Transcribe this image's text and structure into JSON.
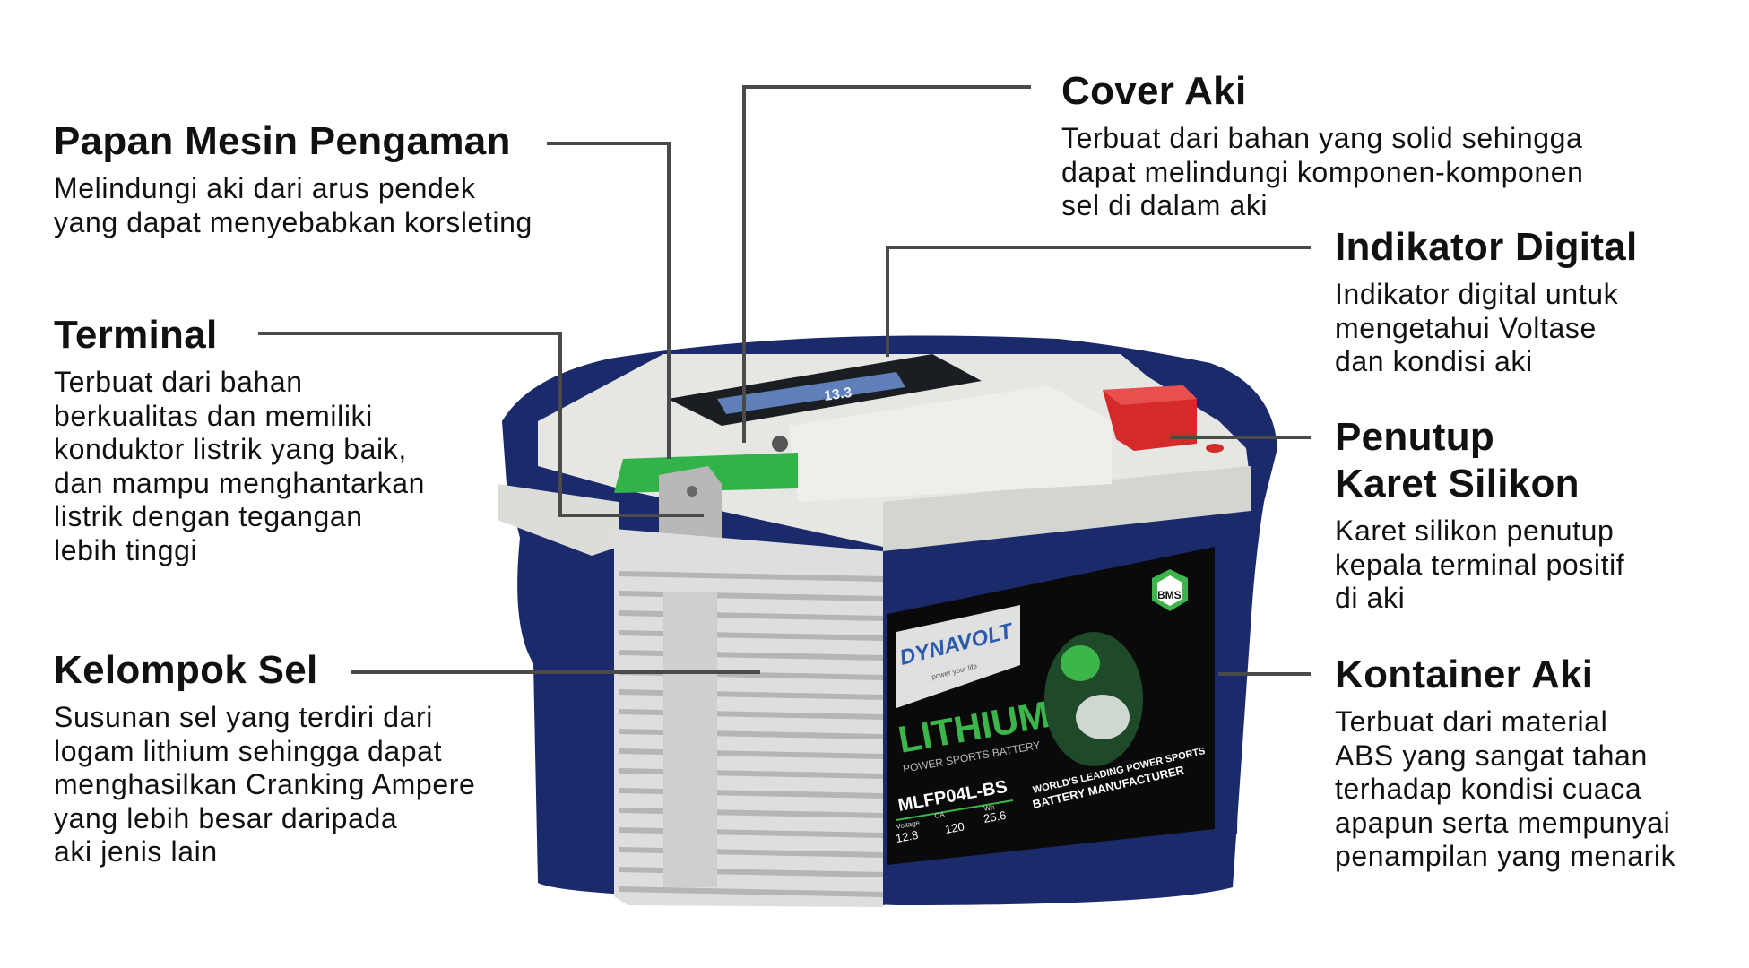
{
  "callouts": {
    "papan": {
      "title": "Papan Mesin Pengaman",
      "lines": [
        "Melindungi aki dari arus pendek",
        "yang dapat menyebabkan korsleting"
      ]
    },
    "terminal": {
      "title": "Terminal",
      "lines": [
        "Terbuat dari bahan",
        "berkualitas dan memiliki",
        "konduktor listrik yang baik,",
        "dan mampu menghantarkan",
        "listrik dengan tegangan",
        "lebih tinggi"
      ]
    },
    "kelompok": {
      "title": "Kelompok Sel",
      "lines": [
        "Susunan sel yang terdiri dari",
        "logam lithium sehingga dapat",
        "menghasilkan Cranking Ampere",
        "yang lebih besar daripada",
        "aki jenis lain"
      ]
    },
    "cover": {
      "title": "Cover Aki",
      "lines": [
        "Terbuat dari bahan yang solid sehingga",
        "dapat melindungi komponen-komponen",
        "sel di dalam aki"
      ]
    },
    "indikator": {
      "title": "Indikator Digital",
      "lines": [
        "Indikator digital untuk",
        "mengetahui Voltase",
        "dan kondisi aki"
      ]
    },
    "penutup": {
      "title_1": "Penutup",
      "title_2": "Karet Silikon",
      "lines": [
        "Karet silikon penutup",
        "kepala terminal positif",
        "di aki"
      ]
    },
    "kontainer": {
      "title": "Kontainer Aki",
      "lines": [
        "Terbuat dari material",
        "ABS yang sangat tahan",
        "terhadap kondisi cuaca",
        "apapun serta mempunyai",
        "penampilan yang menarik"
      ]
    }
  },
  "battery_label": {
    "brand": "DYNAVOLT",
    "tagline": "power your life",
    "type": "LITHIUM",
    "subtype": "POWER SPORTS BATTERY",
    "model": "MLFP04L-BS",
    "specs": [
      {
        "name": "Voltage",
        "value": "12.8"
      },
      {
        "name": "CA",
        "value": "120"
      },
      {
        "name": "Wh",
        "value": "25.6"
      }
    ],
    "slogan_1": "WORLD'S LEADING POWER SPORTS",
    "slogan_2": "BATTERY MANUFACTURER",
    "badge": "BMS",
    "display_reading": "13.3"
  },
  "colors": {
    "navy": "#1b2a6b",
    "lid": "#e6e6e2",
    "label": "#0a0a0a",
    "accent_green": "#3cb54a",
    "cap_red": "#d42a2a",
    "leader": "#4a4a4a"
  }
}
